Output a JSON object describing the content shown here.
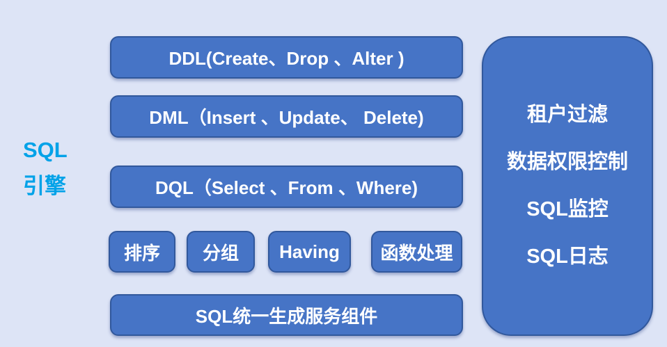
{
  "palette": {
    "background": "#dde4f6",
    "box_fill": "#4674c6",
    "box_border": "#31589c",
    "box_text": "#ffffff",
    "label_accent": "#00a2e8"
  },
  "engine_label": {
    "line1": "SQL",
    "line2": "引擎"
  },
  "statement_rows": [
    {
      "id": "ddl",
      "text": "DDL(Create、Drop 、Alter )"
    },
    {
      "id": "dml",
      "text": "DML（Insert 、Update、 Delete)"
    },
    {
      "id": "dql",
      "text": "DQL（Select 、From 、Where)"
    }
  ],
  "clause_boxes": [
    {
      "text": "排序"
    },
    {
      "text": "分组"
    },
    {
      "text": "Having"
    },
    {
      "text": "函数处理"
    }
  ],
  "bottom_box": {
    "text": "SQL统一生成服务组件"
  },
  "side_panel": {
    "items": [
      "租户过滤",
      "数据权限控制",
      "SQL监控",
      "SQL日志"
    ]
  }
}
